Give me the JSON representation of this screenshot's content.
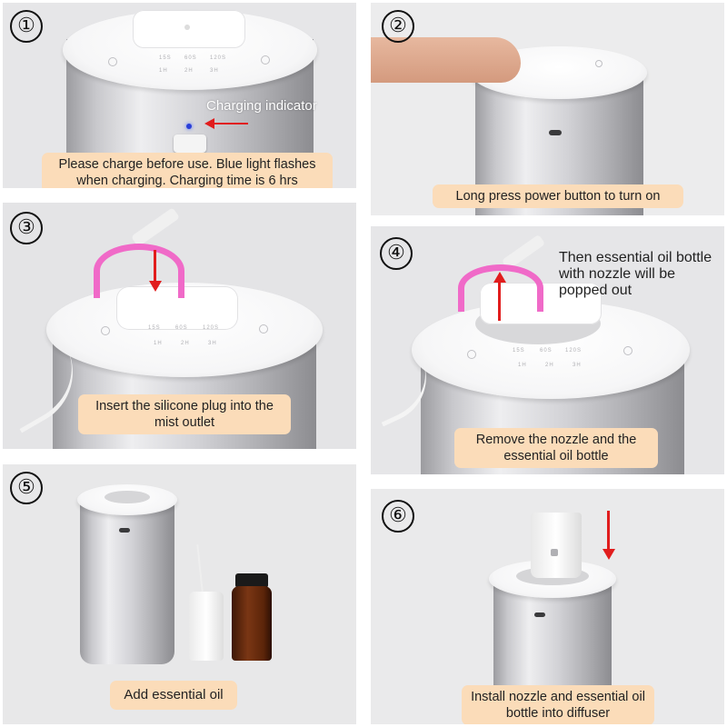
{
  "steps": [
    {
      "number": "①",
      "caption": "Please charge before use. Blue light flashes when charging. Charging time is 6 hrs",
      "indicator_label": "Charging indicator"
    },
    {
      "number": "②",
      "caption": "Long press power button to turn on"
    },
    {
      "number": "③",
      "caption": "Insert the silicone plug into the mist outlet"
    },
    {
      "number": "④",
      "caption": "Remove the nozzle and the essential oil bottle",
      "note": "Then essential oil bottle with nozzle will be popped out"
    },
    {
      "number": "⑤",
      "caption": "Add essential oil"
    },
    {
      "number": "⑥",
      "caption": "Install nozzle and essential oil bottle into diffuser"
    }
  ],
  "device_labels": {
    "times": [
      "15S",
      "60S",
      "120S"
    ],
    "hours": [
      "1H",
      "2H",
      "3H"
    ]
  },
  "colors": {
    "caption_bg": "#fbdcb9",
    "arrow": "#e11d1d",
    "led": "#2a3fd8",
    "silicone_plug": "#f06ac8",
    "oil_bottle": "#6b2e12"
  },
  "icons": [
    "power-icon",
    "light-icon",
    "arrow-down-icon",
    "arrow-up-icon",
    "arrow-left-icon"
  ]
}
